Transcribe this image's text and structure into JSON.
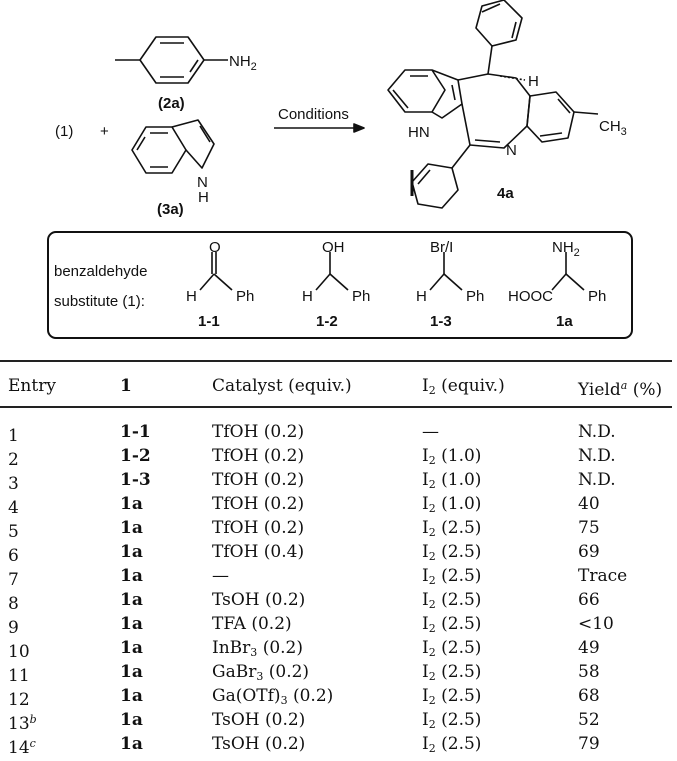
{
  "scheme": {
    "reactant_1": "(1)",
    "plus": "+",
    "aniline_group": "NH",
    "aniline_sub": "2",
    "aniline_label": "(2a)",
    "indole_n": "N",
    "indole_h": "H",
    "indole_label": "(3a)",
    "arrow_label": "Conditions",
    "product_h": "H",
    "product_hn": "HN",
    "product_n": "N",
    "product_ch": "CH",
    "product_ch_sub": "3",
    "product_label": "4a",
    "box_title_line1": "benzaldehyde",
    "box_title_line2": "substitute (1):",
    "sub1": {
      "top": "O",
      "left": "H",
      "right": "Ph",
      "label": "1-1"
    },
    "sub2": {
      "top": "OH",
      "left": "H",
      "right": "Ph",
      "label": "1-2"
    },
    "sub3": {
      "top": "Br/I",
      "left": "H",
      "right": "Ph",
      "label": "1-3"
    },
    "sub4": {
      "top": "NH",
      "top_sub": "2",
      "left": "HOOC",
      "right": "Ph",
      "label": "1a"
    }
  },
  "table": {
    "headers": {
      "entry": "Entry",
      "sub": "1",
      "catalyst": "Catalyst (equiv.)",
      "iodine": "I",
      "iodine_sub": "2",
      "iodine_rest": " (equiv.)",
      "yield": "Yield",
      "yield_sup": "a",
      "yield_rest": " (%)"
    },
    "rows": [
      {
        "entry": "1",
        "sup": "",
        "sub": "1-1",
        "catalyst": "TfOH (0.2)",
        "iodine": "—",
        "yield": "N.D."
      },
      {
        "entry": "2",
        "sup": "",
        "sub": "1-2",
        "catalyst": "TfOH (0.2)",
        "iodine": "I2 (1.0)",
        "yield": "N.D."
      },
      {
        "entry": "3",
        "sup": "",
        "sub": "1-3",
        "catalyst": "TfOH (0.2)",
        "iodine": "I2 (1.0)",
        "yield": "N.D."
      },
      {
        "entry": "4",
        "sup": "",
        "sub": "1a",
        "catalyst": "TfOH (0.2)",
        "iodine": "I2 (1.0)",
        "yield": "40"
      },
      {
        "entry": "5",
        "sup": "",
        "sub": "1a",
        "catalyst": "TfOH (0.2)",
        "iodine": "I2 (2.5)",
        "yield": "75"
      },
      {
        "entry": "6",
        "sup": "",
        "sub": "1a",
        "catalyst": "TfOH (0.4)",
        "iodine": "I2 (2.5)",
        "yield": "69"
      },
      {
        "entry": "7",
        "sup": "",
        "sub": "1a",
        "catalyst": "—",
        "iodine": "I2 (2.5)",
        "yield": "Trace"
      },
      {
        "entry": "8",
        "sup": "",
        "sub": "1a",
        "catalyst": "TsOH (0.2)",
        "iodine": "I2 (2.5)",
        "yield": "66"
      },
      {
        "entry": "9",
        "sup": "",
        "sub": "1a",
        "catalyst": "TFA (0.2)",
        "iodine": "I2 (2.5)",
        "yield": "<10"
      },
      {
        "entry": "10",
        "sup": "",
        "sub": "1a",
        "catalyst": "InBr3 (0.2)",
        "iodine": "I2 (2.5)",
        "yield": "49"
      },
      {
        "entry": "11",
        "sup": "",
        "sub": "1a",
        "catalyst": "GaBr3 (0.2)",
        "iodine": "I2 (2.5)",
        "yield": "58"
      },
      {
        "entry": "12",
        "sup": "",
        "sub": "1a",
        "catalyst": "Ga(OTf)3 (0.2)",
        "iodine": "I2 (2.5)",
        "yield": "68"
      },
      {
        "entry": "13",
        "sup": "b",
        "sub": "1a",
        "catalyst": "TsOH (0.2)",
        "iodine": "I2 (2.5)",
        "yield": "52"
      },
      {
        "entry": "14",
        "sup": "c",
        "sub": "1a",
        "catalyst": "TsOH (0.2)",
        "iodine": "I2 (2.5)",
        "yield": "79"
      }
    ]
  }
}
